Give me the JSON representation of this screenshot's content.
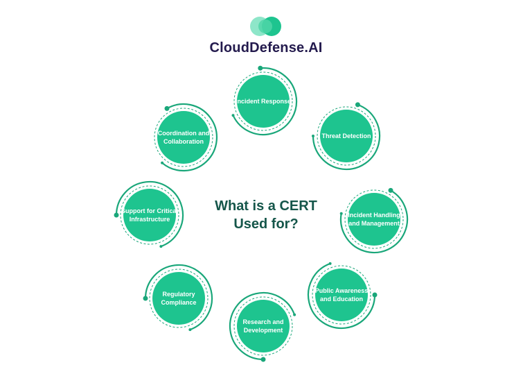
{
  "brand": {
    "name": "CloudDefense.AI",
    "colors": {
      "primary": "#1ec48f",
      "ring": "#1aa77a",
      "dark": "#231a4d",
      "title": "#15564a"
    }
  },
  "center": {
    "line1": "What is a CERT",
    "line2": "Used for?"
  },
  "nodes": [
    {
      "id": "incident-response",
      "label": "Incident Response"
    },
    {
      "id": "threat-detection",
      "label": "Threat Detection"
    },
    {
      "id": "incident-handling",
      "label": "Incident Handling and Management"
    },
    {
      "id": "public-awareness",
      "label": "Public Awareness and Education"
    },
    {
      "id": "research-development",
      "label": "Research and Development"
    },
    {
      "id": "regulatory-compliance",
      "label": "Regulatory Compliance"
    },
    {
      "id": "support-infrastructure",
      "label": "Support for Critical Infrastructure"
    },
    {
      "id": "coordination-collaboration",
      "label": "Coordination and Collaboration"
    }
  ]
}
